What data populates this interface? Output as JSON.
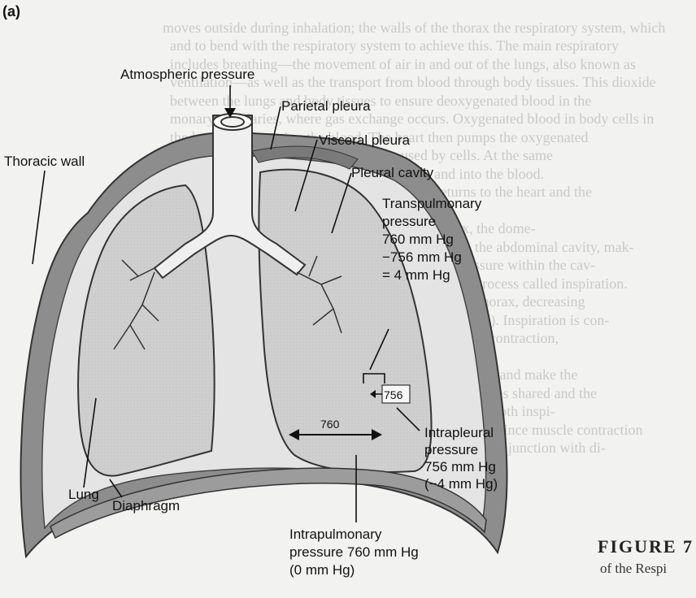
{
  "panel_label": "(a)",
  "labels": {
    "atmospheric": "Atmospheric pressure",
    "parietal": "Parietal pleura",
    "thoracic": "Thoracic wall",
    "visceral": "Visceral pleura",
    "pleural_cavity": "Pleural cavity",
    "transpulmonary": [
      "Transpulmonary",
      "pressure",
      "760 mm Hg",
      "−756 mm Hg",
      "= 4 mm Hg"
    ],
    "intrapleural": [
      "Intrapleural",
      "pressure",
      "756 mm Hg",
      "(−4 mm Hg)"
    ],
    "intrapulmonary": [
      "Intrapulmonary",
      "pressure 760 mm Hg",
      "(0 mm Hg)"
    ],
    "lung": "Lung",
    "diaphragm": "Diaphragm",
    "val_756": "756",
    "val_760": "760"
  },
  "figure_caption": {
    "title": "FIGURE 7",
    "subtitle": "of the Respi"
  }
}
